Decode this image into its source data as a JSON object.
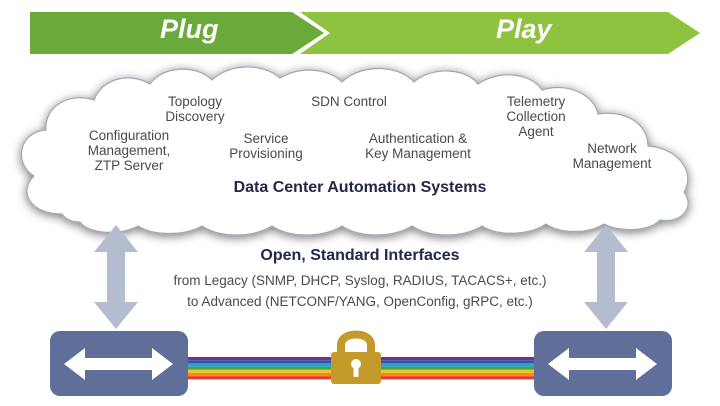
{
  "banner": {
    "left_label": "Plug",
    "right_label": "Play",
    "left_color": "#6aaa3a",
    "right_color": "#8fc33f"
  },
  "cloud": {
    "items": [
      "Topology\nDiscovery",
      "SDN Control",
      "Telemetry\nCollection\nAgent",
      "Configuration\nManagement,\nZTP Server",
      "Service\nProvisioning",
      "Authentication &\nKey Management",
      "Network\nManagement"
    ],
    "title": "Data Center Automation Systems"
  },
  "interfaces": {
    "title": "Open, Standard Interfaces",
    "line1": "from Legacy (SNMP, DHCP, Syslog, RADIUS, TACACS+, etc.)",
    "line2": "to Advanced (NETCONF/YANG, OpenConfig, gRPC, etc.)"
  },
  "icons": {
    "switch_left": "bidirectional-arrow-switch-icon",
    "switch_right": "bidirectional-arrow-switch-icon",
    "lock": "padlock-icon",
    "vertical_arrows": "up-down-arrow-icon"
  },
  "colors": {
    "switch": "#5f6f99",
    "vertical_arrow": "#b4bccf",
    "lock": "#c49a2a",
    "title": "#23284a",
    "rainbow": [
      "#7b2d8e",
      "#3257a8",
      "#2aa0d4",
      "#3aa84a",
      "#f2c12e",
      "#f08a24",
      "#e23b2a"
    ]
  }
}
